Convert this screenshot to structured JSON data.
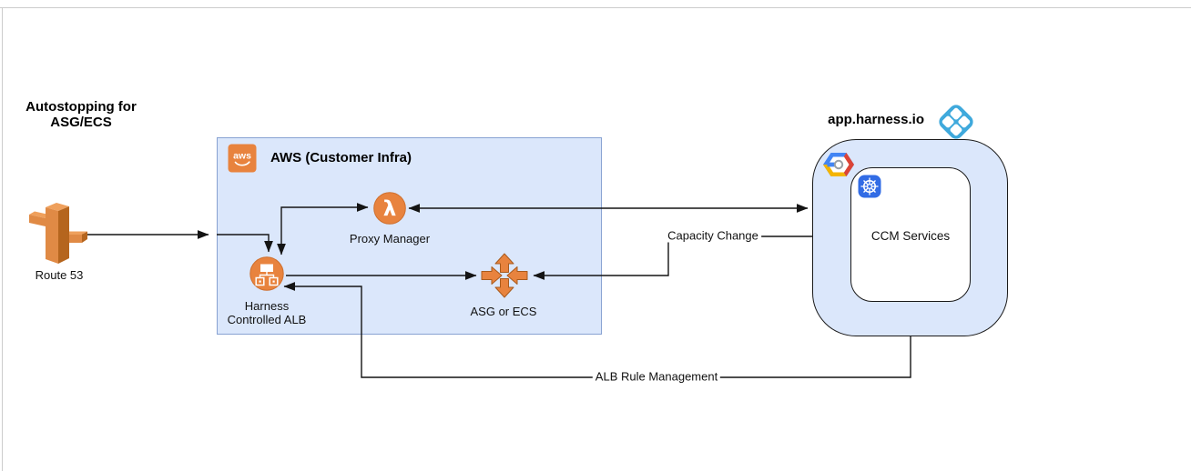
{
  "colors": {
    "aws-orange": "#E8833E",
    "aws-orange-dark": "#B5651E",
    "aws-orange-light": "#EFA05C",
    "box-fill": "#dbe7fb",
    "aws-box-border": "#88a2d2",
    "dark-border": "#1a1a1a",
    "harness-blue": "#3FA9DC",
    "k8s-blue": "#326CE5",
    "line": "#141414"
  },
  "title": {
    "text": "Autostopping for\nASG/ECS"
  },
  "nodes": {
    "route53": {
      "label": "Route 53"
    },
    "aws_box": {
      "badge_text": "aws",
      "title": "AWS (Customer Infra)"
    },
    "proxy_manager": {
      "label": "Proxy Manager"
    },
    "alb": {
      "label": "Harness\nControlled ALB"
    },
    "asg": {
      "label": "ASG or ECS"
    },
    "harness": {
      "title": "app.harness.io"
    },
    "ccm": {
      "label": "CCM Services"
    }
  },
  "edges": {
    "capacity_change": {
      "label": "Capacity Change"
    },
    "alb_rule_management": {
      "label": "ALB Rule Management"
    }
  }
}
